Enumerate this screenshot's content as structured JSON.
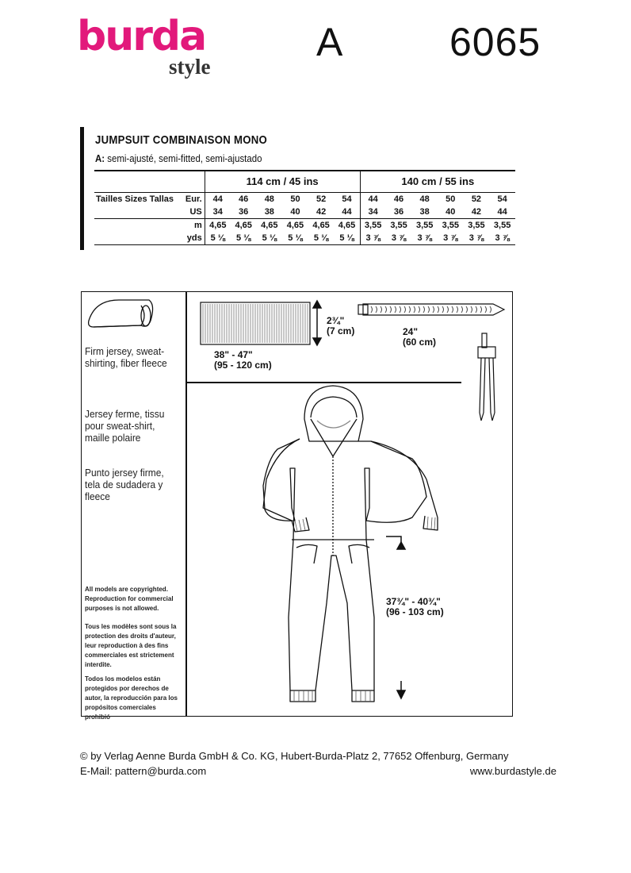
{
  "header": {
    "brand": "burda",
    "brand_sub": "style",
    "view": "A",
    "pattern_number": "6065"
  },
  "spec": {
    "title": "JUMPSUIT  COMBINAISON  MONO",
    "view_label": "A:",
    "fit": " semi-ajusté, semi-fitted, semi-ajustado",
    "widths": [
      "114 cm / 45 ins",
      "140 cm / 55 ins"
    ],
    "sizes_label": "Tailles  Sizes  Tallas",
    "row_eur_label": "Eur.",
    "row_us_label": "US",
    "row_m_label": "m",
    "row_yds_label": "yds",
    "eur": [
      "44",
      "46",
      "48",
      "50",
      "52",
      "54",
      "44",
      "46",
      "48",
      "50",
      "52",
      "54"
    ],
    "us": [
      "34",
      "36",
      "38",
      "40",
      "42",
      "44",
      "34",
      "36",
      "38",
      "40",
      "42",
      "44"
    ],
    "m": [
      "4,65",
      "4,65",
      "4,65",
      "4,65",
      "4,65",
      "4,65",
      "3,55",
      "3,55",
      "3,55",
      "3,55",
      "3,55",
      "3,55"
    ],
    "yds": [
      "5 ⅛",
      "5 ⅛",
      "5 ⅛",
      "5 ⅛",
      "5 ⅛",
      "5 ⅛",
      "3 ⅞",
      "3 ⅞",
      "3 ⅞",
      "3 ⅞",
      "3 ⅞",
      "3 ⅞"
    ]
  },
  "fabrics": {
    "en": "Firm jersey, sweat-shirting, fiber fleece",
    "fr": "Jersey ferme, tissu pour sweat-shirt, maille polaire",
    "es": "Punto jersey firme, tela de sudadera y fleece"
  },
  "copyright": {
    "en": "All models are copyrighted. Reproduction for commercial purposes is not allowed.",
    "fr": "Tous les modèles sont sous la protection des droits d'auteur, leur reproduction à des fins commerciales est strictement interdite.",
    "es": "Todos los modelos están protegidos por derechos de autor, la reproducción para los propósitos comerciales prohibió"
  },
  "notions": {
    "rib_height": "2¾\"",
    "rib_height_cm": "(7 cm)",
    "rib_length": "38\" - 47\"",
    "rib_length_cm": "(95 - 120 cm)",
    "zipper_length": "24\"",
    "zipper_length_cm": "(60 cm)",
    "inseam": "37¾\" - 40¾\"",
    "inseam_cm": "(96 - 103 cm)"
  },
  "footer": {
    "publisher": "© by Verlag Aenne Burda GmbH & Co. KG, Hubert-Burda-Platz 2, 77652 Offenburg, Germany",
    "email": "E-Mail: pattern@burda.com",
    "website": "www.burdastyle.de"
  },
  "colors": {
    "brand": "#e2197b",
    "ink": "#111111"
  }
}
